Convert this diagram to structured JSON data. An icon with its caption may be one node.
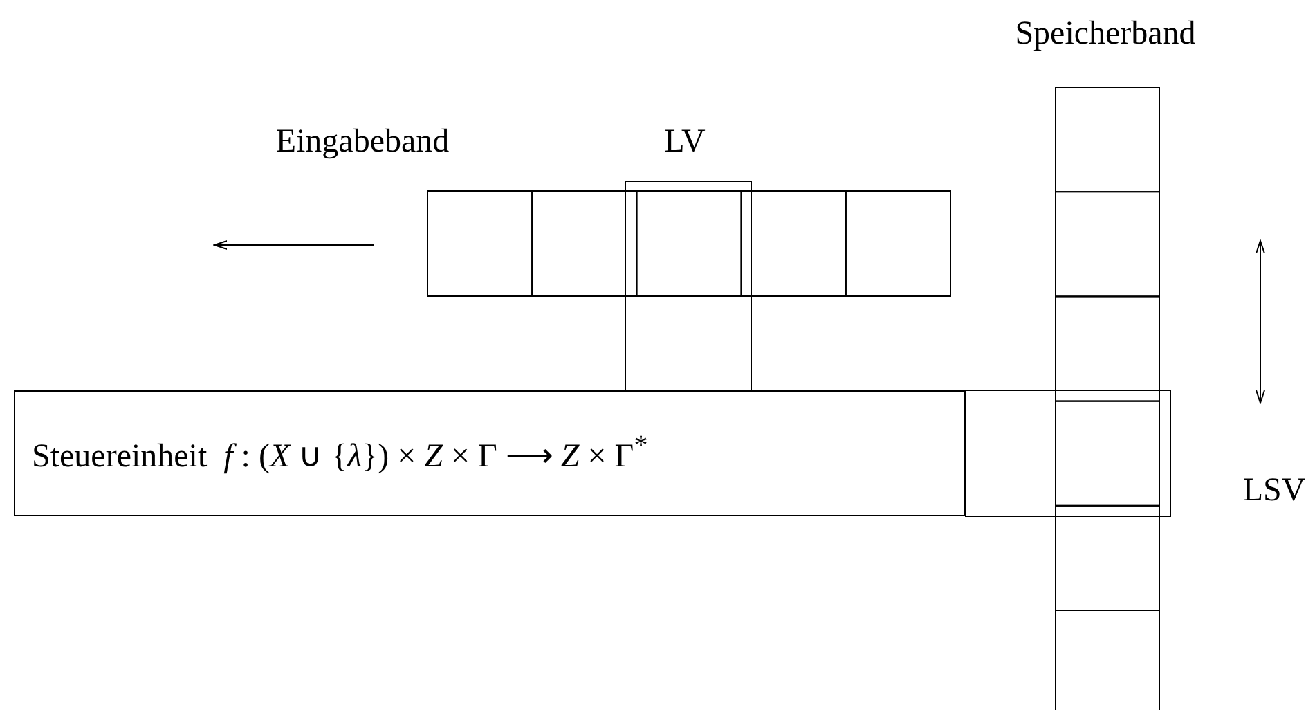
{
  "diagram": {
    "nodes": [
      {
        "text": [
          "Steuereinheit  *f* : (*X* ∪ {*λ*}) × *Z* × Γ ⟶ *Z* × Γ$^{*}$"
        ]
      }
    ],
    "labels": [
      "Speicherband",
      "Eingabeband",
      "LV",
      "LSV"
    ]
  }
}
